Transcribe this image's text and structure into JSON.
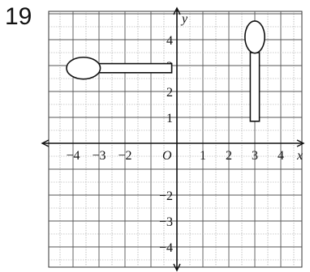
{
  "problem": {
    "number": "19"
  },
  "axes": {
    "x_label": "x",
    "y_label": "y",
    "origin_label": "O",
    "x_range": [
      -5,
      5
    ],
    "y_range": [
      -5,
      5
    ],
    "grid_step": 0.5,
    "x_ticks": [
      {
        "value": -4,
        "label": "−4"
      },
      {
        "value": -3,
        "label": "−3"
      },
      {
        "value": -2,
        "label": "−2"
      },
      {
        "value": 1,
        "label": "1"
      },
      {
        "value": 2,
        "label": "2"
      },
      {
        "value": 3,
        "label": "3"
      },
      {
        "value": 4,
        "label": "4"
      }
    ],
    "y_ticks": [
      {
        "value": 4,
        "label": "4"
      },
      {
        "value": 3,
        "label": "3"
      },
      {
        "value": 2,
        "label": "2"
      },
      {
        "value": 1,
        "label": "1"
      },
      {
        "value": -2,
        "label": "−2"
      },
      {
        "value": -3,
        "label": "−3"
      },
      {
        "value": -4,
        "label": "−4"
      }
    ]
  },
  "shapes": [
    {
      "name": "spoon-horizontal",
      "orientation": "horizontal",
      "bowl_center": [
        -3.6,
        2.9
      ],
      "bowl_radii": [
        0.65,
        0.42
      ],
      "handle_from": [
        -3.0,
        2.9
      ],
      "handle_to": [
        -0.2,
        2.9
      ],
      "handle_width": 0.35
    },
    {
      "name": "spoon-vertical",
      "orientation": "vertical",
      "bowl_center": [
        3.0,
        4.1
      ],
      "bowl_radii": [
        0.38,
        0.62
      ],
      "handle_from": [
        3.0,
        3.5
      ],
      "handle_to": [
        3.0,
        0.85
      ],
      "handle_width": 0.35
    }
  ]
}
